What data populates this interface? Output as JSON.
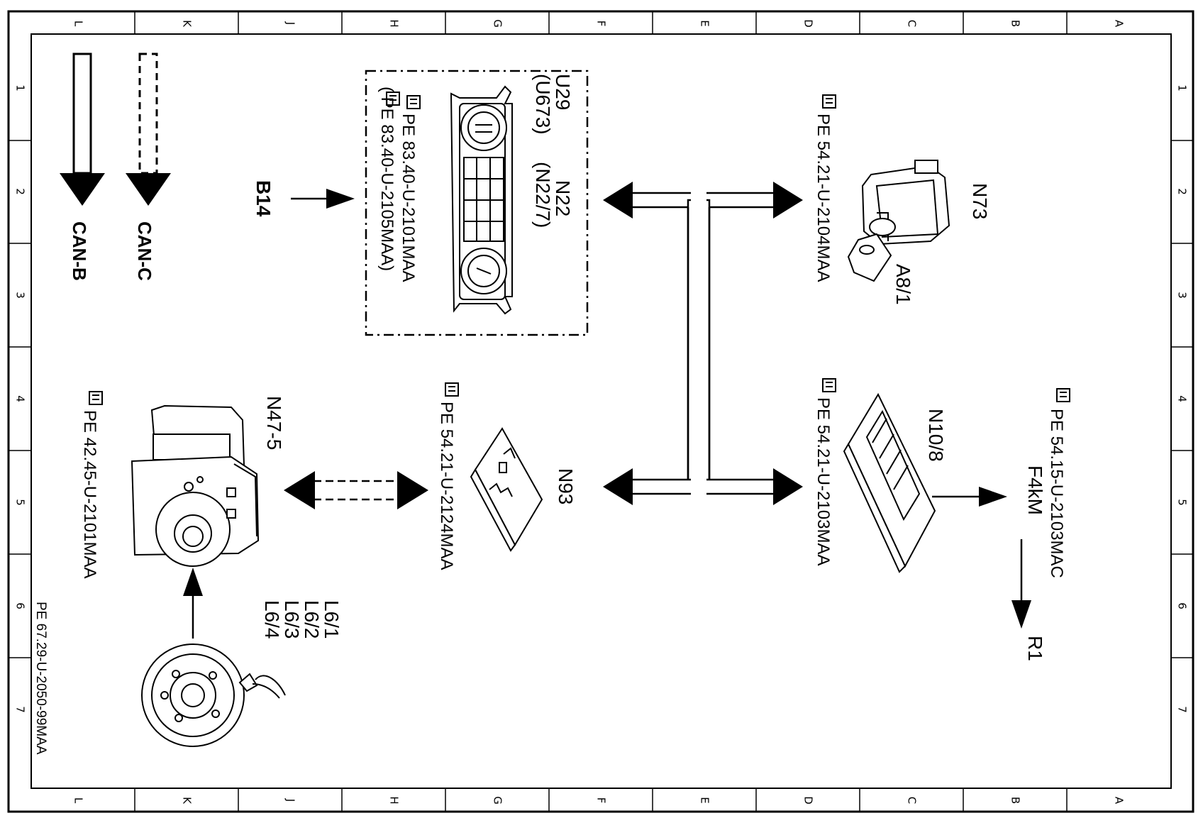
{
  "frame": {
    "column_letters": [
      "L",
      "K",
      "J",
      "H",
      "G",
      "F",
      "E",
      "D",
      "C",
      "B",
      "A"
    ],
    "row_numbers": [
      "1",
      "2",
      "3",
      "4",
      "5",
      "6",
      "7"
    ]
  },
  "legend": {
    "can_b_label": "CAN-B",
    "can_c_label": "CAN-C"
  },
  "components": {
    "u29": {
      "label": "U29",
      "label_alt": "(U673)",
      "n22_label": "N22",
      "n22_alt": "(N22/7)",
      "ref1": "PE  83.40-U-2101MAA",
      "ref2": "(   PE  83.40-U-2105MAA)"
    },
    "b14": {
      "label": "B14"
    },
    "n73": {
      "label": "N73",
      "a81_label": "A8/1",
      "ref": "PE  54.21-U-2104MAA"
    },
    "n47": {
      "label": "N47-5",
      "ref": "PE  42.45-U-2101MAA"
    },
    "n93": {
      "label": "N93",
      "ref": "PE  54.21-U-2124MAA"
    },
    "n108": {
      "label": "N10/8",
      "ref": "PE  54.21-U-2103MAA"
    },
    "f4km": {
      "label": "F4kM",
      "ref": "PE  54.15-U-2103MAC",
      "r1_label": "R1"
    },
    "l6": {
      "l61": "L6/1",
      "l62": "L6/2",
      "l63": "L6/3",
      "l64": "L6/4"
    }
  },
  "footer_code": "PE  67.29-U-2050-99MAA"
}
